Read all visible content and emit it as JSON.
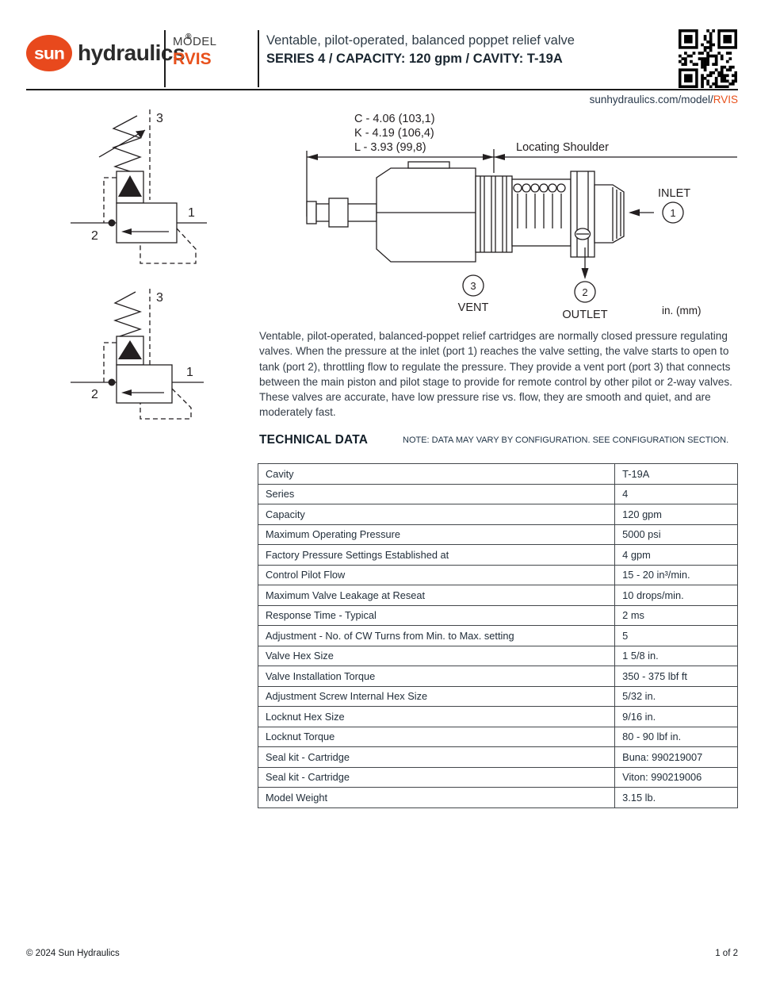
{
  "header": {
    "logo_sun": "sun",
    "logo_word": "hydraulics",
    "registered": "®",
    "model_label": "MODEL",
    "model_value": "RVIS",
    "title_line1": "Ventable, pilot-operated, balanced poppet relief valve",
    "title_line2": "SERIES 4 / CAPACITY: 120 gpm / CAVITY: T-19A",
    "url_prefix": "sunhydraulics.com/model/",
    "url_model": "RVIS"
  },
  "symbols": {
    "port1": "1",
    "port2": "2",
    "port3": "3"
  },
  "drawing": {
    "dim_c": "C - 4.06 (103,1)",
    "dim_k": "K - 4.19 (106,4)",
    "dim_l": "L - 3.93 (99,8)",
    "locating_shoulder": "Locating Shoulder",
    "inlet_label": "INLET",
    "inlet_port": "1",
    "outlet_label": "OUTLET",
    "outlet_port": "2",
    "vent_label": "VENT",
    "vent_port": "3",
    "units_note": "in. (mm)"
  },
  "description": "Ventable, pilot-operated, balanced-poppet relief cartridges are normally closed pressure regulating valves. When the pressure at the inlet (port 1) reaches the valve setting, the valve starts to open to tank (port 2), throttling flow to regulate the pressure. They provide a vent port (port 3) that connects between the main piston and pilot stage to provide for remote control by other pilot or 2-way valves. These valves are accurate, have low pressure rise vs. flow, they are smooth and quiet, and are moderately fast.",
  "technical_data": {
    "heading": "TECHNICAL DATA",
    "note": "NOTE: DATA MAY VARY BY CONFIGURATION. SEE CONFIGURATION SECTION.",
    "rows": [
      {
        "label": "Cavity",
        "value": "T-19A"
      },
      {
        "label": "Series",
        "value": "4"
      },
      {
        "label": "Capacity",
        "value": "120 gpm"
      },
      {
        "label": "Maximum Operating Pressure",
        "value": "5000 psi"
      },
      {
        "label": "Factory Pressure Settings Established at",
        "value": "4 gpm"
      },
      {
        "label": "Control Pilot Flow",
        "value": "15 - 20 in³/min."
      },
      {
        "label": "Maximum Valve Leakage at Reseat",
        "value": "10 drops/min."
      },
      {
        "label": "Response Time - Typical",
        "value": "2 ms"
      },
      {
        "label": "Adjustment - No. of CW Turns from Min. to Max. setting",
        "value": "5"
      },
      {
        "label": "Valve Hex Size",
        "value": "1 5/8 in."
      },
      {
        "label": "Valve Installation Torque",
        "value": "350 - 375 lbf ft"
      },
      {
        "label": "Adjustment Screw Internal Hex Size",
        "value": "5/32 in."
      },
      {
        "label": "Locknut Hex Size",
        "value": "9/16 in."
      },
      {
        "label": "Locknut Torque",
        "value": "80 - 90 lbf in."
      },
      {
        "label": "Seal kit - Cartridge",
        "value": "Buna: 990219007"
      },
      {
        "label": "Seal kit - Cartridge",
        "value": "Viton: 990219006"
      },
      {
        "label": "Model Weight",
        "value": "3.15 lb."
      }
    ]
  },
  "footer": {
    "copyright": "© 2024 Sun Hydraulics",
    "page": "1 of 2"
  },
  "colors": {
    "accent_orange": "#e8511c",
    "line_dark": "#231f20",
    "text_dark": "#2f3845"
  }
}
